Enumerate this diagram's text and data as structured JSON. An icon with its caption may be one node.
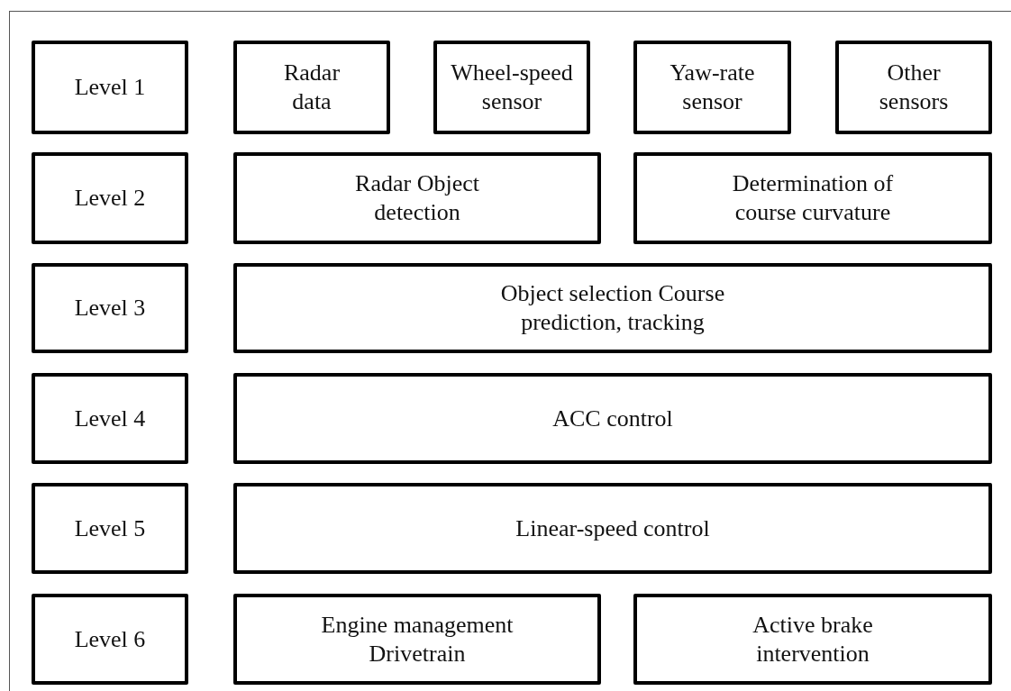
{
  "diagram": {
    "nodes": [
      {
        "text": [
          "Level 1"
        ]
      },
      {
        "text": [
          "Radar data"
        ]
      },
      {
        "text": [
          "Wheel-speed sensor"
        ]
      },
      {
        "text": [
          "Yaw-rate sensor"
        ]
      },
      {
        "text": [
          "Other sensors"
        ]
      },
      {
        "text": [
          "Level 2"
        ]
      },
      {
        "text": [
          "Radar Object detection"
        ]
      },
      {
        "text": [
          "Determination of course curvature"
        ]
      },
      {
        "text": [
          "Level 3"
        ]
      },
      {
        "text": [
          "Object selection Course prediction, tracking"
        ]
      },
      {
        "text": [
          "Level 4"
        ]
      },
      {
        "text": [
          "ACC control"
        ]
      },
      {
        "text": [
          "Level 5"
        ]
      },
      {
        "text": [
          "Linear-speed control"
        ]
      },
      {
        "text": [
          "Level 6"
        ]
      },
      {
        "text": [
          "Engine management Drivetrain"
        ]
      },
      {
        "text": [
          "Active brake intervention"
        ]
      }
    ],
    "edges": []
  }
}
